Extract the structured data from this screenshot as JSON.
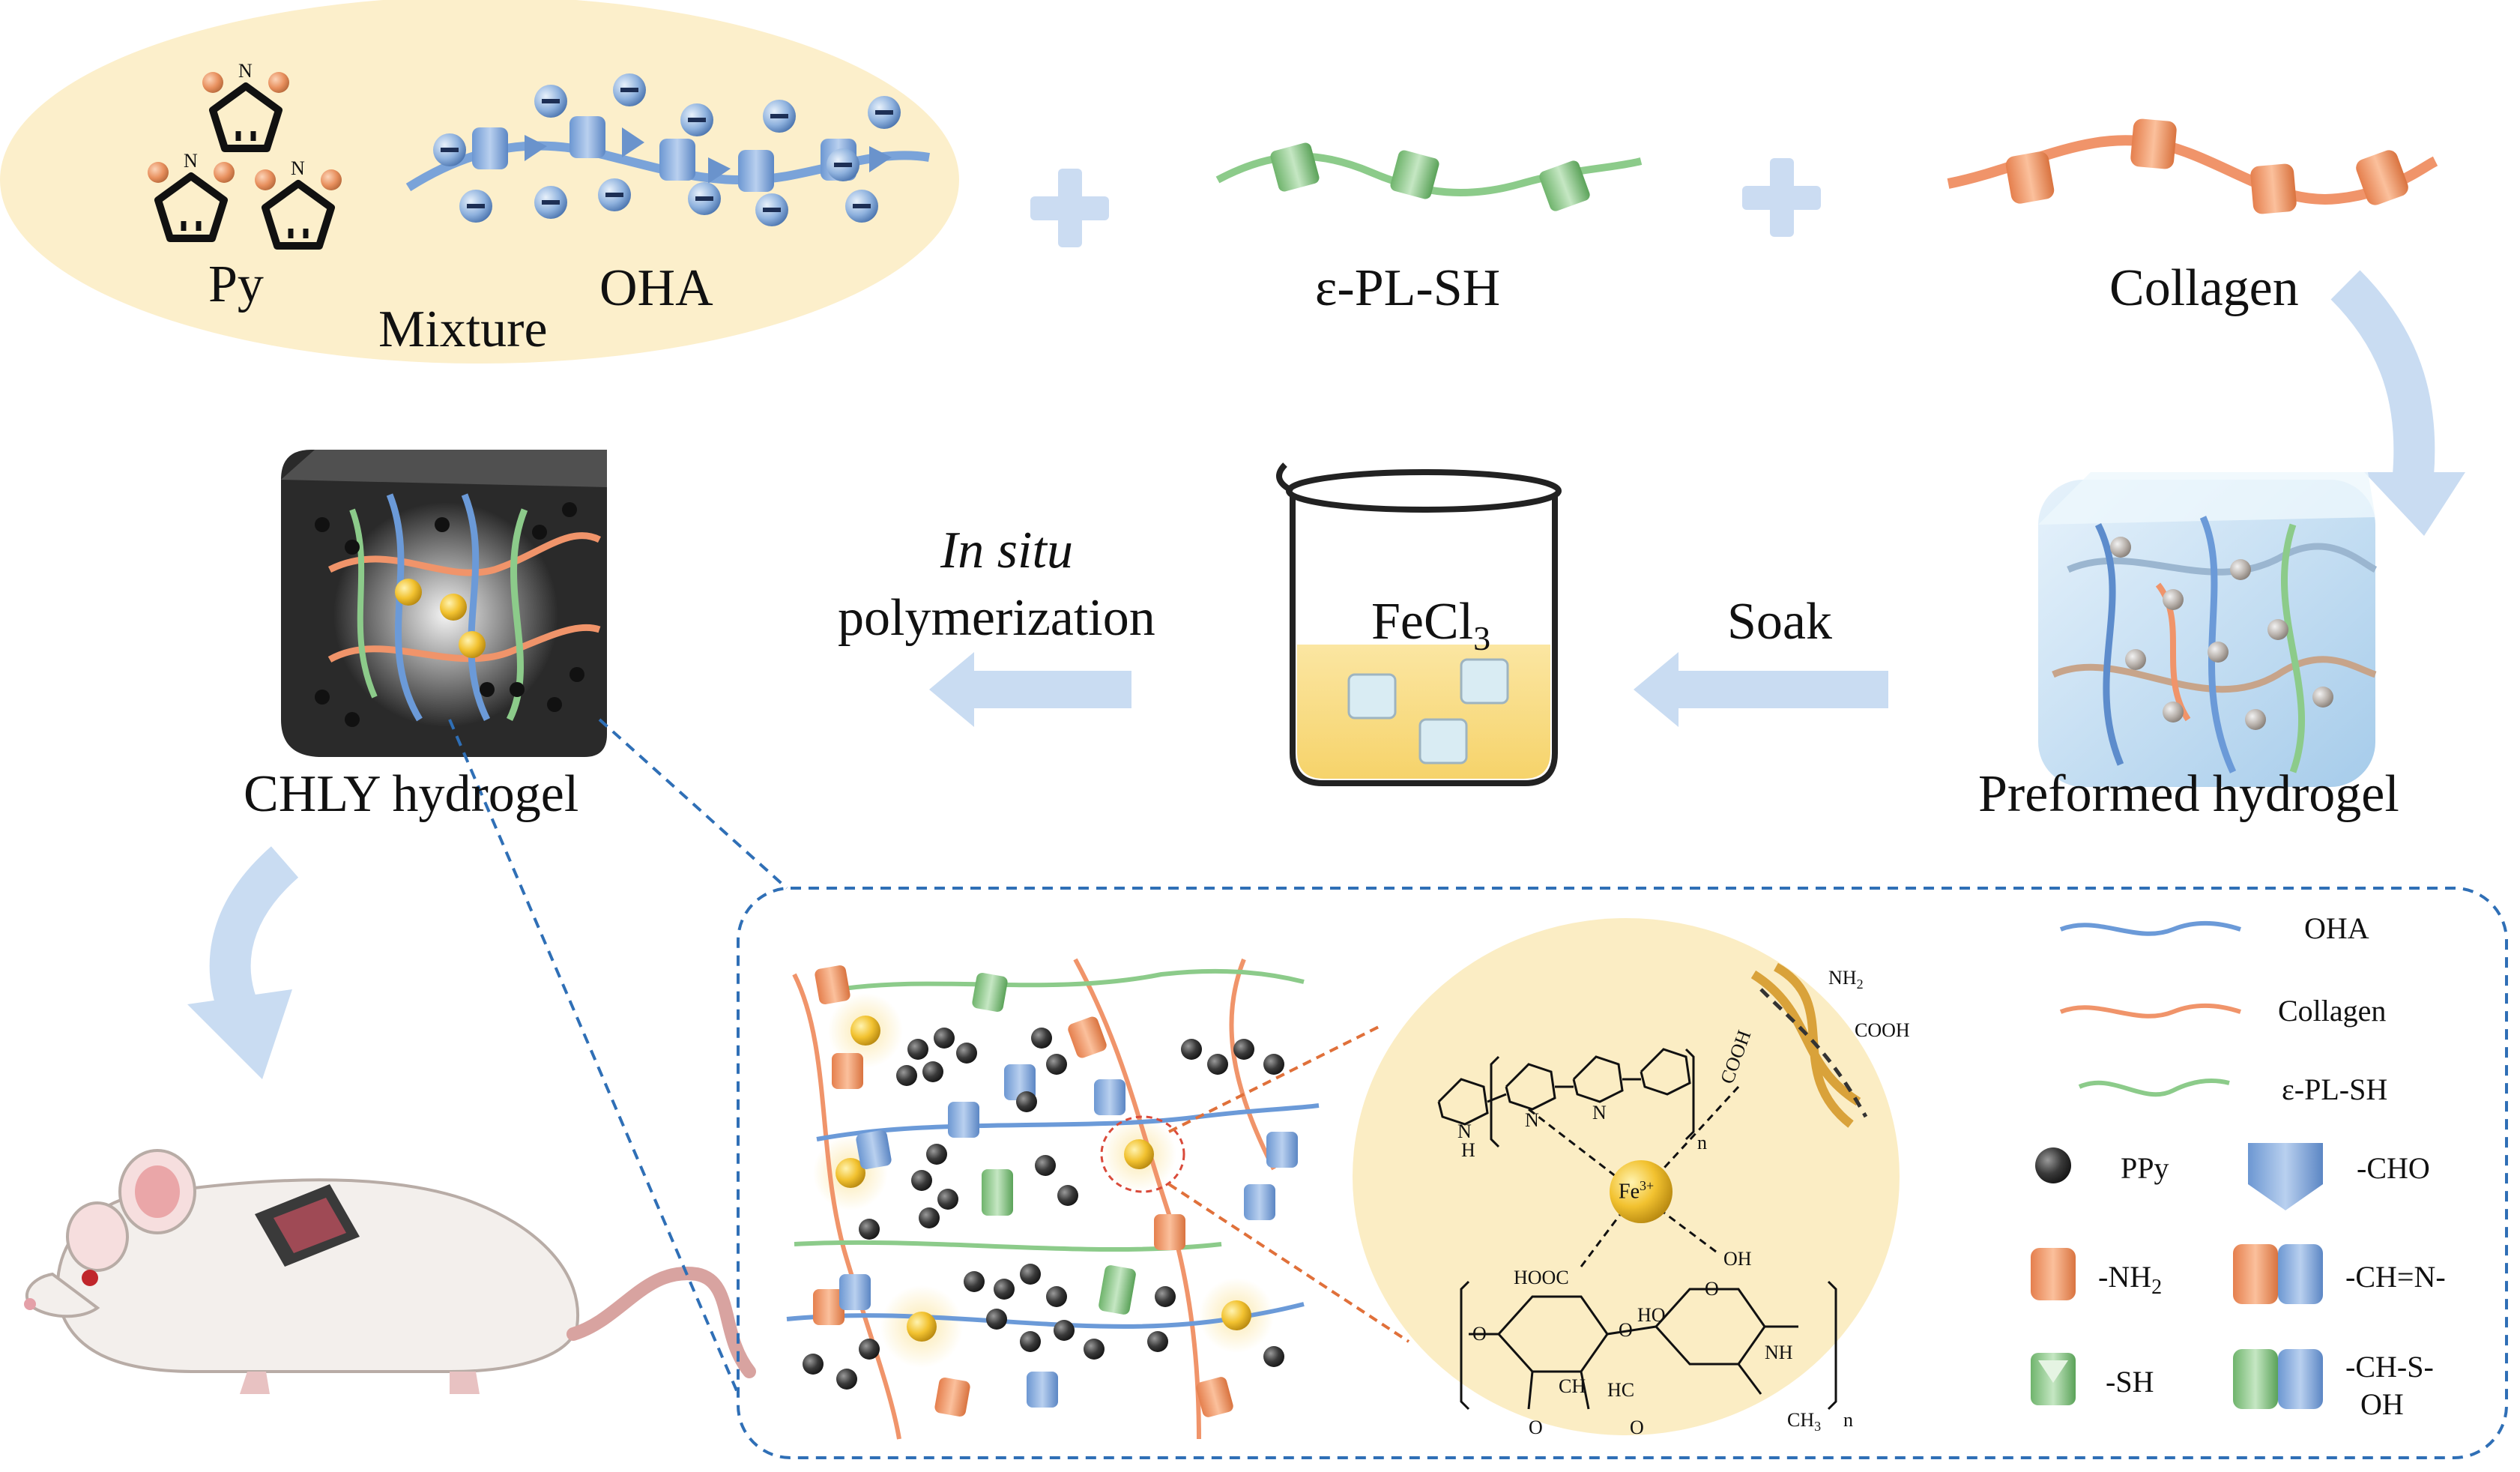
{
  "mixture": {
    "py_label": "Py",
    "oha_label": "OHA",
    "mixture_label": "Mixture",
    "nh_label": "N"
  },
  "components": {
    "epl_sh": "ε-PL-SH",
    "collagen": "Collagen"
  },
  "steps": {
    "preformed": "Preformed hydrogel",
    "soak": "Soak",
    "fecl3": "FeCl",
    "fecl3_sub": "3",
    "in_situ": "In situ",
    "polymerization": "polymerization",
    "chly": "CHLY hydrogel"
  },
  "chemistry": {
    "fe": "Fe",
    "fe_sup": "3+",
    "cooh": "COOH",
    "nh2": "NH",
    "hooc": "HOOC",
    "oh": "OH",
    "ho": "HO",
    "o": "O",
    "hc": "HC",
    "ch": "CH",
    "nh": "NH",
    "n": "N",
    "h": "H",
    "ch3": "CH",
    "sub_n": "n"
  },
  "legend": [
    {
      "key": "oha",
      "label": "OHA"
    },
    {
      "key": "collagen",
      "label": "Collagen"
    },
    {
      "key": "epl",
      "label": "ε-PL-SH"
    },
    {
      "key": "ppy",
      "label": "PPy"
    },
    {
      "key": "cho",
      "label": "-CHO"
    },
    {
      "key": "nh2",
      "label": "-NH",
      "sub": "2"
    },
    {
      "key": "chn",
      "label": "-CH=N-"
    },
    {
      "key": "sh",
      "label": "-SH"
    },
    {
      "key": "chs",
      "label": "-CH-S-",
      "label2": "OH"
    }
  ],
  "colors": {
    "oha_blue": "#6b9ad8",
    "collagen_orange": "#f0946a",
    "epl_green": "#8ccb8a",
    "ppy_dark": "#3c3c3c",
    "fe_gold": "#f2c230",
    "arrow_light_blue": "#c9dcf2",
    "highlight_cream": "#fbedc4",
    "dashed_blue": "#2f6fb6"
  }
}
